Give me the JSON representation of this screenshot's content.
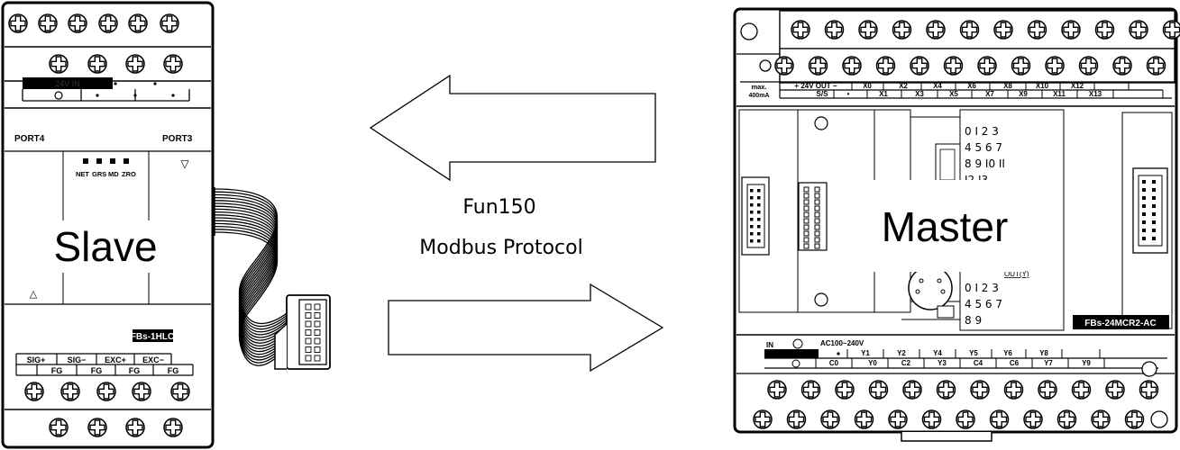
{
  "slave": {
    "label": "Slave",
    "model": "FBs-1HLC",
    "port_left": "PORT4",
    "port_right": "PORT3",
    "leds": [
      "NET",
      "GRS",
      "MD",
      "ZRO"
    ],
    "power_label": "24V IN",
    "bottom_row1": [
      "SIG+",
      "SIG−",
      "EXC+",
      "EXC−"
    ],
    "bottom_row2": [
      "FG",
      "FG",
      "FG",
      "FG"
    ]
  },
  "protocol": {
    "line1": "Fun150",
    "line2": "Modbus Protocol"
  },
  "master": {
    "label": "Master",
    "model": "FBs-24MCR2-AC",
    "max_current_top": "max.",
    "max_current_bottom": "400mA",
    "top_row1": [
      "+ 24V OUT −",
      "X0",
      "X2",
      "X4",
      "X6",
      "X8",
      "X10",
      "X12"
    ],
    "top_row2": [
      "S/S",
      "•",
      "X1",
      "X3",
      "X5",
      "X7",
      "X9",
      "X11",
      "X13"
    ],
    "input_leds": [
      "0 I 2 3",
      "4 5 6 7",
      "8 9 I0 II",
      "I2 I3"
    ],
    "output_leds": [
      "0 I 2 3",
      "4 5 6 7",
      "8 9"
    ],
    "output_label": "OUT(Y)",
    "power_in": "IN",
    "ac_rating": "AC100~240V",
    "bottom_row1": [
      "Y1",
      "Y2",
      "Y4",
      "Y5",
      "Y6",
      "Y8"
    ],
    "bottom_row2": [
      "C0",
      "Y0",
      "C2",
      "Y3",
      "C4",
      "C6",
      "Y7",
      "Y9"
    ]
  }
}
